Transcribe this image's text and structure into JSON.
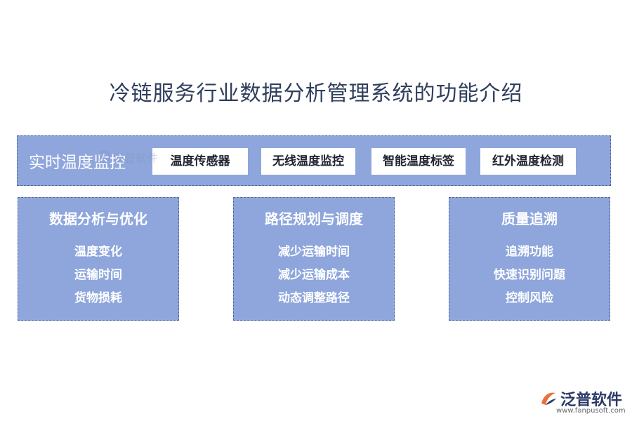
{
  "title": "冷链服务行业数据分析管理系统的功能介绍",
  "realtime": {
    "label": "实时温度监控",
    "items": [
      "温度传感器",
      "无线温度监控",
      "智能温度标签",
      "红外温度检测"
    ]
  },
  "panels": [
    {
      "title": "数据分析与优化",
      "items": [
        "温度变化",
        "运输时间",
        "货物损耗"
      ]
    },
    {
      "title": "路径规划与调度",
      "items": [
        "减少运输时间",
        "减少运输成本",
        "动态调整路径"
      ]
    },
    {
      "title": "质量追溯",
      "items": [
        "追溯功能",
        "快速识别问题",
        "控制风险"
      ]
    }
  ],
  "brand": {
    "name": "泛普软件",
    "url": "www.fanpusoft.com",
    "watermark": "泛普软件"
  },
  "colors": {
    "panel_fill": "#8ea6dc",
    "panel_border": "#4d659e",
    "title_text": "#2f3e5c",
    "logo_orange": "#e8733a",
    "logo_blue": "#2b3a67"
  }
}
